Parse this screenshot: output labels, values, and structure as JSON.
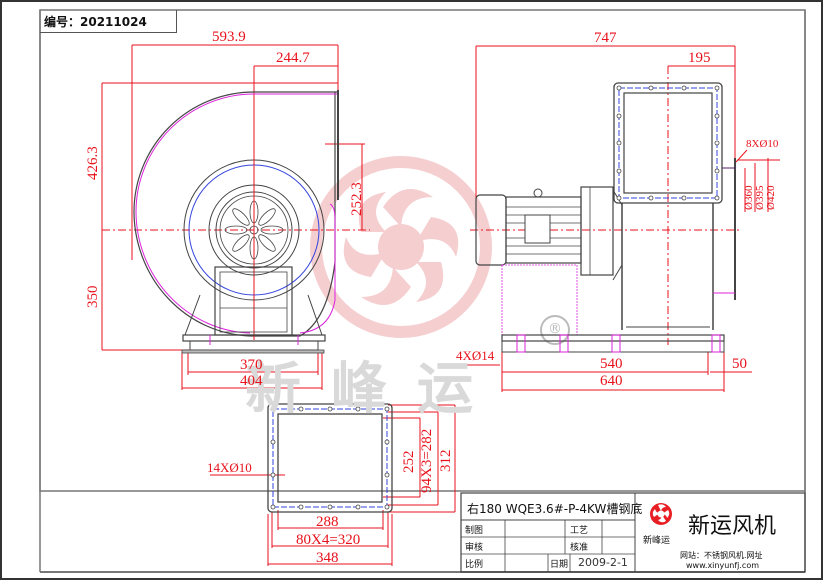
{
  "drawing_number": {
    "label": "编号：20211024"
  },
  "watermark": {
    "text": "新峰运",
    "registered_mark": "®"
  },
  "colors": {
    "dimension": "#e8121c",
    "outline": "#555555",
    "flange_center": "#3344dd",
    "hidden": "#dd22dd",
    "watermark_logo": "#f5c9cc",
    "watermark_text": "#d9d9d9"
  },
  "front_view": {
    "dims": {
      "total_width": "593.9",
      "outlet_offset": "244.7",
      "height_top": "426.3",
      "outlet_height": "252.3",
      "center_height": "350",
      "base_inner": "370",
      "base_outer": "404"
    }
  },
  "side_view": {
    "dims": {
      "total_length": "747",
      "inlet_offset": "195",
      "inlet_holes": "8XØ10",
      "dia_360": "Ø360",
      "dia_395": "Ø395",
      "dia_420": "Ø420",
      "base_holes": "4XØ14",
      "base_span": "540",
      "base_length": "640",
      "end_offset": "50"
    }
  },
  "outlet_flange": {
    "dims": {
      "holes": "14XØ10",
      "inner_height": "252",
      "hole_spacing_v": "94X3=282",
      "outer_height": "312",
      "inner_width": "288",
      "hole_spacing_h": "80X4=320",
      "outer_width": "348"
    }
  },
  "title_block": {
    "model": "右180  WQE3.6#-P-4KW槽钢底",
    "drawn_label": "制图",
    "checked_label": "审核",
    "scale_label": "比例",
    "process_label": "工艺",
    "approved_label": "核准",
    "date_label": "日期",
    "date_value": "2009-2-1",
    "company_name": "新运风机",
    "logo_caption": "新峰运",
    "website_label": "网站：不锈钢风机.网址",
    "website_url": "www.xinyunfj.com"
  }
}
